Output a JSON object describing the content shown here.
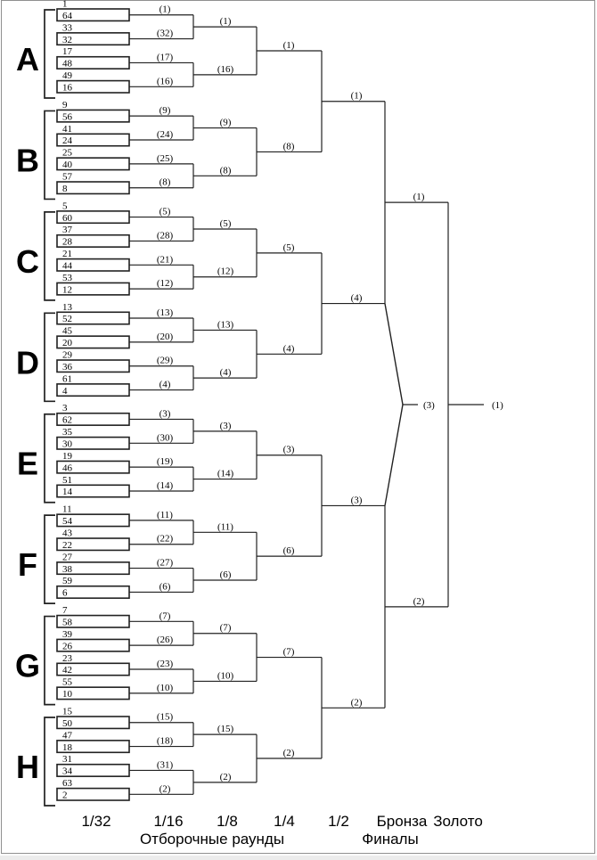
{
  "colors": {
    "line": "#212121",
    "border": "#909090",
    "background": "#ffffff",
    "text": "#000000"
  },
  "footer": {
    "round_labels": [
      "1/32",
      "1/16",
      "1/8",
      "1/4",
      "1/2",
      "Бронза",
      "Золото"
    ],
    "qualifying_rounds_label": "Отборочные раунды",
    "finals_label": "Финалы"
  },
  "bracket": {
    "groups": [
      {
        "letter": "A",
        "seeds": [
          "1",
          "64",
          "33",
          "32",
          "17",
          "48",
          "49",
          "16"
        ],
        "round_1_32_winners": [
          "(1)",
          "(32)",
          "(17)",
          "(16)"
        ],
        "round_1_16_winners": [
          "(1)",
          "(16)"
        ],
        "round_1_8_winner": "(1)"
      },
      {
        "letter": "B",
        "seeds": [
          "9",
          "56",
          "41",
          "24",
          "25",
          "40",
          "57",
          "8"
        ],
        "round_1_32_winners": [
          "(9)",
          "(24)",
          "(25)",
          "(8)"
        ],
        "round_1_16_winners": [
          "(9)",
          "(8)"
        ],
        "round_1_8_winner": "(8)"
      },
      {
        "letter": "C",
        "seeds": [
          "5",
          "60",
          "37",
          "28",
          "21",
          "44",
          "53",
          "12"
        ],
        "round_1_32_winners": [
          "(5)",
          "(28)",
          "(21)",
          "(12)"
        ],
        "round_1_16_winners": [
          "(5)",
          "(12)"
        ],
        "round_1_8_winner": "(5)"
      },
      {
        "letter": "D",
        "seeds": [
          "13",
          "52",
          "45",
          "20",
          "29",
          "36",
          "61",
          "4"
        ],
        "round_1_32_winners": [
          "(13)",
          "(20)",
          "(29)",
          "(4)"
        ],
        "round_1_16_winners": [
          "(13)",
          "(4)"
        ],
        "round_1_8_winner": "(4)"
      },
      {
        "letter": "E",
        "seeds": [
          "3",
          "62",
          "35",
          "30",
          "19",
          "46",
          "51",
          "14"
        ],
        "round_1_32_winners": [
          "(3)",
          "(30)",
          "(19)",
          "(14)"
        ],
        "round_1_16_winners": [
          "(3)",
          "(14)"
        ],
        "round_1_8_winner": "(3)"
      },
      {
        "letter": "F",
        "seeds": [
          "11",
          "54",
          "43",
          "22",
          "27",
          "38",
          "59",
          "6"
        ],
        "round_1_32_winners": [
          "(11)",
          "(22)",
          "(27)",
          "(6)"
        ],
        "round_1_16_winners": [
          "(11)",
          "(6)"
        ],
        "round_1_8_winner": "(6)"
      },
      {
        "letter": "G",
        "seeds": [
          "7",
          "58",
          "39",
          "26",
          "23",
          "42",
          "55",
          "10"
        ],
        "round_1_32_winners": [
          "(7)",
          "(26)",
          "(23)",
          "(10)"
        ],
        "round_1_16_winners": [
          "(7)",
          "(10)"
        ],
        "round_1_8_winner": "(7)"
      },
      {
        "letter": "H",
        "seeds": [
          "15",
          "50",
          "47",
          "18",
          "31",
          "34",
          "63",
          "2"
        ],
        "round_1_32_winners": [
          "(15)",
          "(18)",
          "(31)",
          "(2)"
        ],
        "round_1_16_winners": [
          "(15)",
          "(2)"
        ],
        "round_1_8_winner": "(2)"
      }
    ],
    "quarterfinal_winners": [
      "(1)",
      "(4)",
      "(3)",
      "(2)"
    ],
    "semifinal_winners": [
      "(1)",
      "(2)"
    ],
    "bronze_winner": "(3)",
    "gold_winner": "(1)"
  }
}
